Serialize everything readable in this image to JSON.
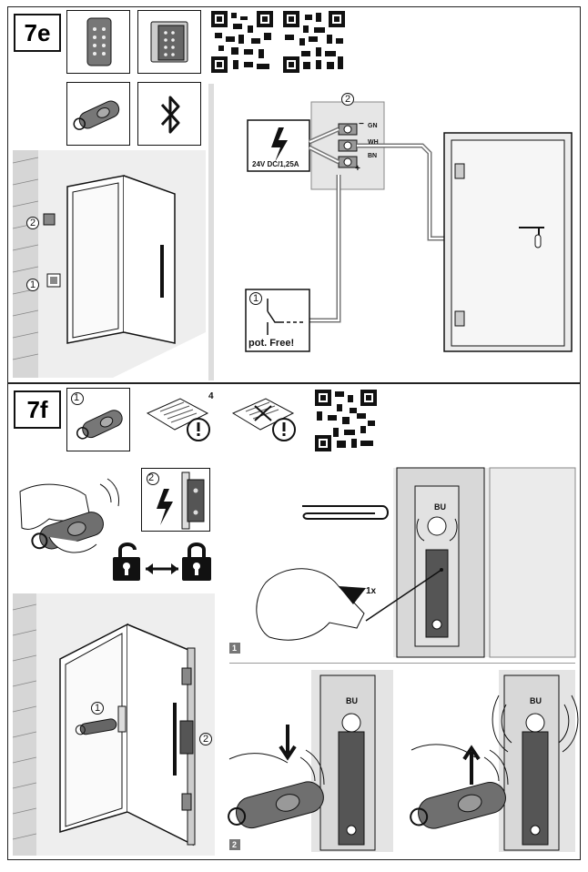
{
  "section_e": {
    "step_label": "7e",
    "power_label": "24V DC/1,25A",
    "callout_1": "1",
    "callout_2": "2",
    "terminal_gn": "GN",
    "terminal_wh": "WH",
    "terminal_bn": "BN",
    "polarity_minus": "−",
    "polarity_plus": "+",
    "switch_label": "pot. Free!"
  },
  "section_f": {
    "step_label": "7f",
    "callout_1": "1",
    "callout_2": "2",
    "manual_count": "4",
    "button_label": "BU",
    "press_count": "1x",
    "panel_1": "1",
    "panel_2": "2"
  },
  "colors": {
    "line": "#111111",
    "grey_fill": "#9a9a9a",
    "light_fill": "#e8e8e8",
    "wall_fill": "#d6d6d6"
  }
}
